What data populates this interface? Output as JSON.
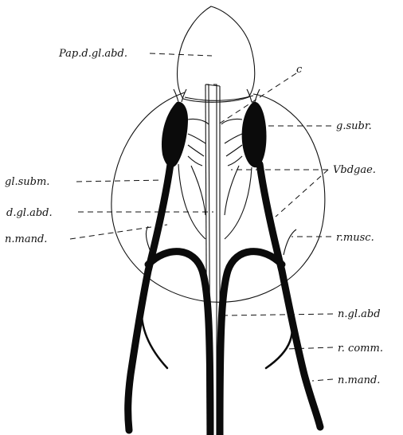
{
  "figure": {
    "labels": {
      "pap_d_gl_abd": "Pap.d.gl.abd.",
      "c": "c",
      "g_subr": "g.subr.",
      "gl_subm": "gl.subm.",
      "vbdgae": "Vbdgae.",
      "d_gl_abd": "d.gl.abd.",
      "r_musc": "r.musc.",
      "n_mand_left": "n.mand.",
      "n_gl_abd": "n.gl.abd",
      "r_comm": "r. comm.",
      "n_mand_right": "n.mand."
    }
  }
}
